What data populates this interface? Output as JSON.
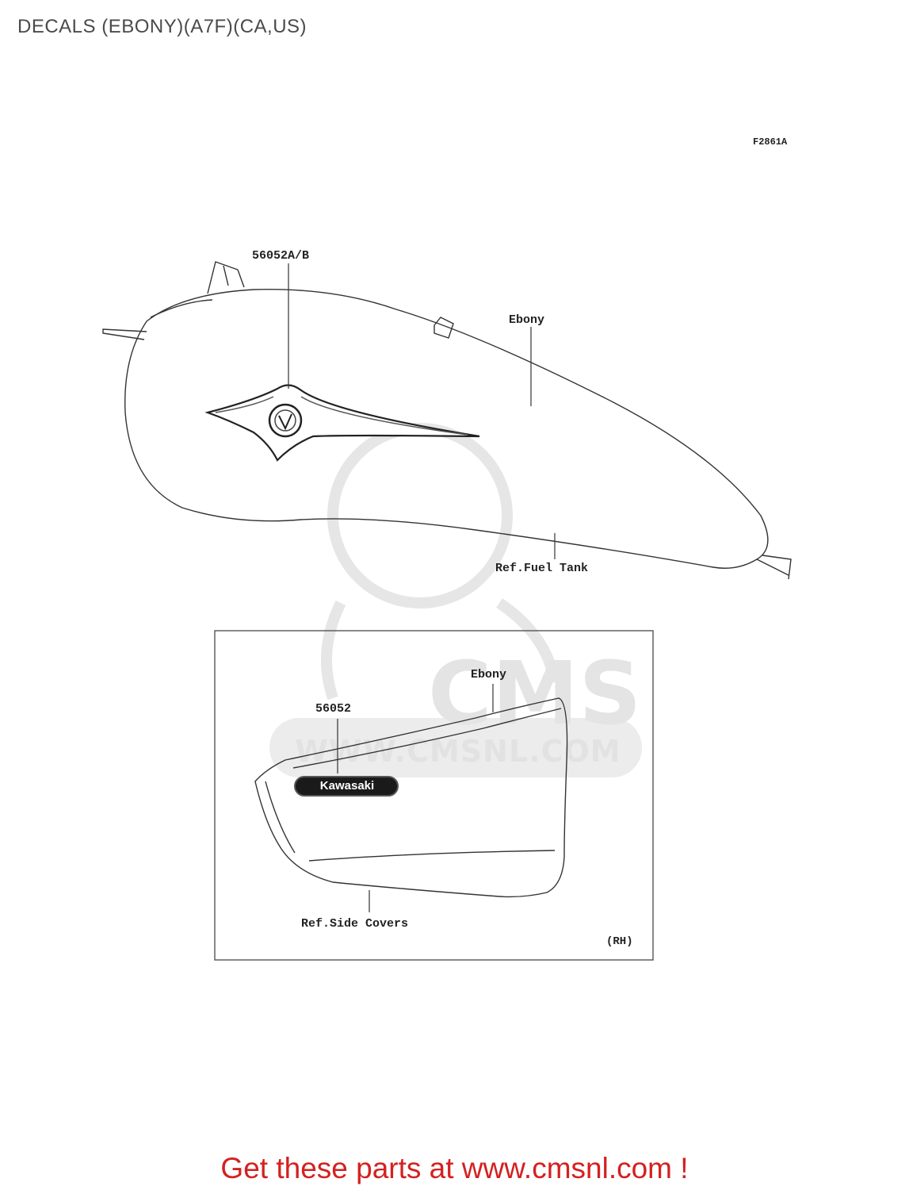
{
  "page": {
    "title": "DECALS (EBONY)(A7F)(CA,US)",
    "diagram_code": "F2861A"
  },
  "fuel_tank": {
    "part_label": "56052A/B",
    "color_label": "Ebony",
    "ref_label": "Ref.Fuel Tank"
  },
  "side_cover": {
    "part_label": "56052",
    "color_label": "Ebony",
    "ref_label": "Ref.Side Covers",
    "side_label": "(RH)",
    "badge_text": "Kawasaki"
  },
  "watermark": {
    "logo_text": "CMS",
    "url_text": "WWW.CMSNL.COM"
  },
  "footer": {
    "promo_text": "Get these parts at www.cmsnl.com !"
  },
  "colors": {
    "promo": "#d42020",
    "line": "#333333",
    "watermark": "#e2e2e2"
  }
}
